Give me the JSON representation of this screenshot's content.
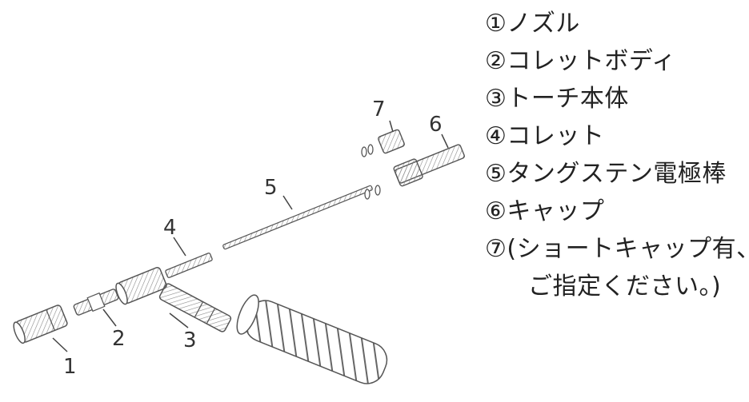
{
  "callouts": [
    "1",
    "2",
    "3",
    "4",
    "5",
    "6",
    "7"
  ],
  "legend": [
    "①ノズル",
    "②コレットボディ",
    "③トーチ本体",
    "④コレット",
    "⑤タングステン電極棒",
    "⑥キャップ",
    "⑦(ショートキャップ有、",
    "ご指定ください。)"
  ],
  "colors": {
    "line": "#555555",
    "hatch": "#8a8a8a",
    "text": "#222222"
  }
}
